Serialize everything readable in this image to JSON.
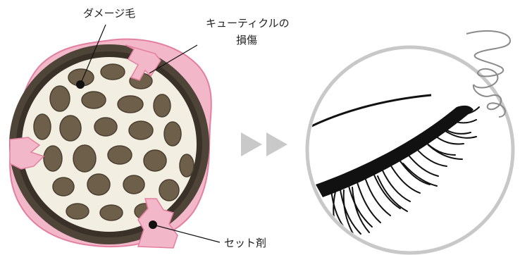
{
  "labels": {
    "damaged_hair": "ダメージ毛",
    "cuticle_damage_line1": "キューティクルの",
    "cuticle_damage_line2": "損傷",
    "setting_agent": "セット剤"
  },
  "colors": {
    "background": "#ffffff",
    "pink_coating": "#f2b8c9",
    "pink_edge": "#e47fa0",
    "cuticle_ring": "#4e4438",
    "hair_core": "#f3eee2",
    "cortex_cell": "#6e5f4a",
    "arrow": "#c9c9c9",
    "eye_circle": "#c8c8c8",
    "lash": "#111111",
    "swirl": "#8a8a8a"
  },
  "icons": {
    "arrow_glyph": "double-triangle-right",
    "swirl": "frizz-swirl"
  }
}
